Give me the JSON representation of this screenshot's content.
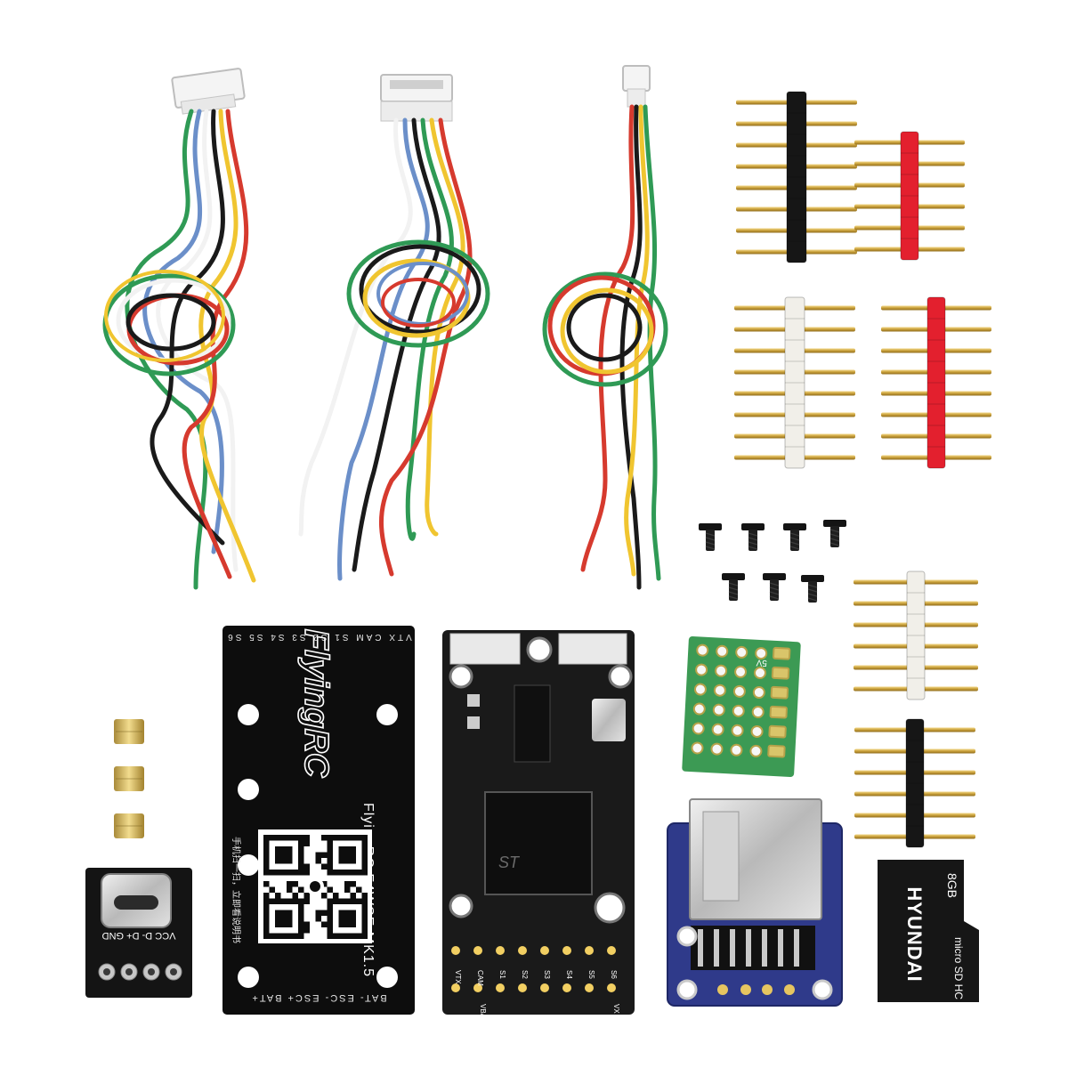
{
  "product": {
    "brand": "FlyingRC",
    "board_title": "FlyingRC F4WSE MK1.5",
    "board_chinese": "手机扫一扫，立即看说明书",
    "top_pads": [
      "VTX",
      "CAM",
      "S1",
      "S2",
      "S3",
      "S4",
      "S5",
      "S6"
    ],
    "bottom_pads": [
      "BAT-",
      "ESC-",
      "ESC+",
      "BAT+"
    ]
  },
  "fc_board": {
    "pad_labels_top": [
      "VTX",
      "CAM",
      "S1",
      "S2",
      "S3",
      "S4",
      "S5",
      "S6"
    ],
    "pad_labels_bottom": [
      "VBAT",
      "VX"
    ]
  },
  "usb_board": {
    "labels": [
      "VCC",
      "D-",
      "D+",
      "GND"
    ]
  },
  "sd_card": {
    "brand": "HYUNDAI",
    "capacity": "8GB",
    "type": "micro SD HC"
  },
  "breakout_board": {
    "label": "5V"
  }
}
